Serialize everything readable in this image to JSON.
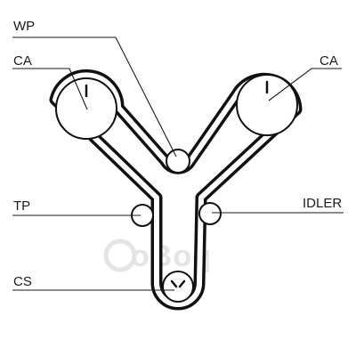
{
  "labels": {
    "wp": "WP",
    "ca_left": "CA",
    "ca_right": "CA",
    "tp": "TP",
    "idler": "IDLER",
    "cs": "CS"
  },
  "watermark": {
    "text": "oBoq"
  }
}
